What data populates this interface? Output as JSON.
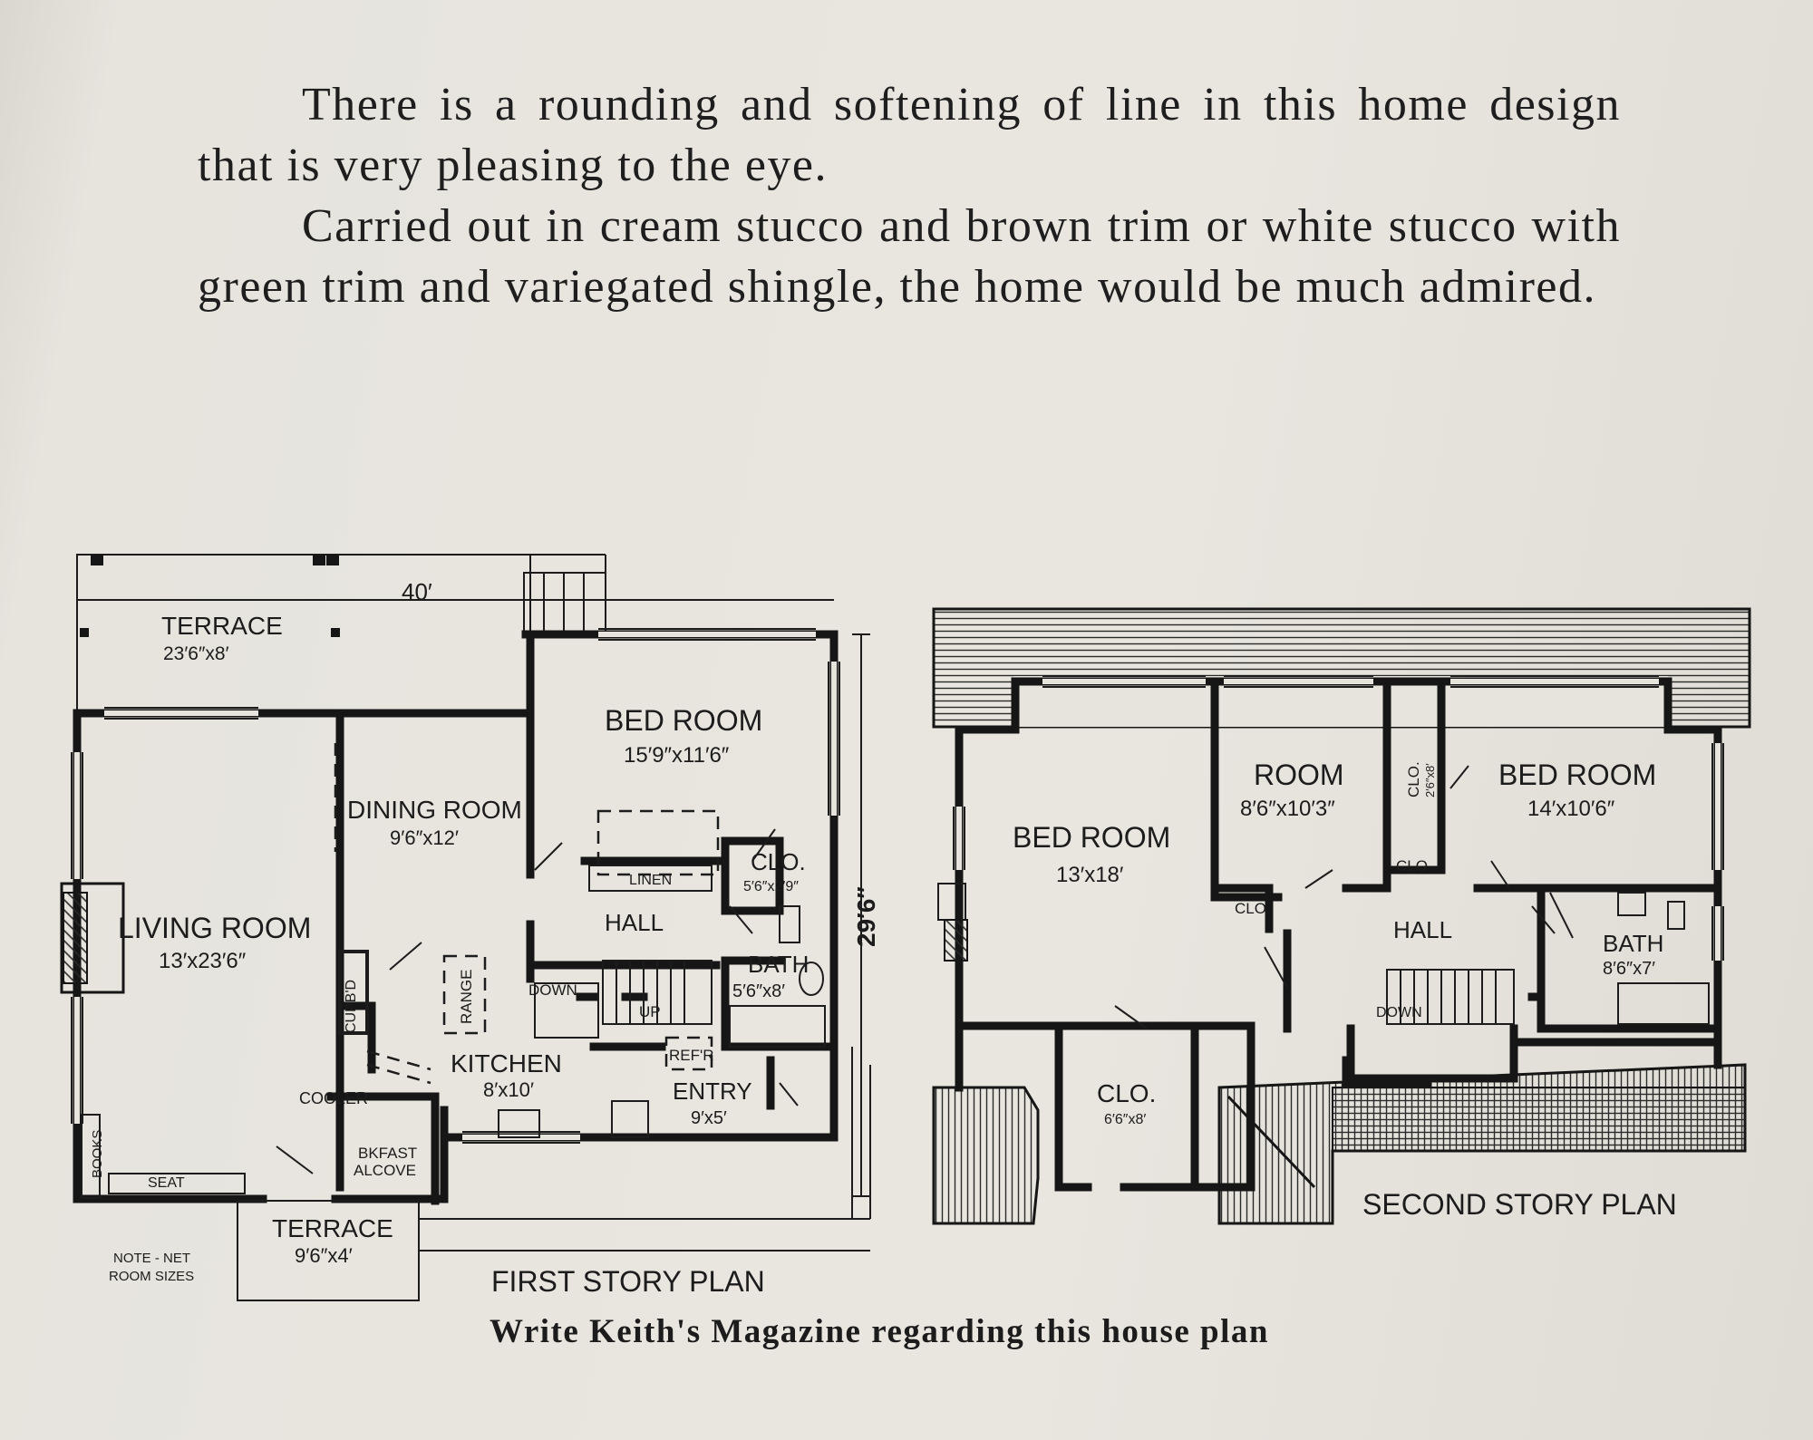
{
  "intro": {
    "paragraph1": "There is a rounding and softening of line in this home design that is very pleasing to the eye.",
    "paragraph2": "Carried out in cream stucco and brown trim or white stucco with green trim and variegated shingle, the home would be much admired."
  },
  "first_story": {
    "title": "FIRST STORY PLAN",
    "width_dim": "40′",
    "depth_dim": "29′6″",
    "note_line1": "NOTE - NET",
    "note_line2": "ROOM SIZES",
    "rooms": {
      "terrace_top_name": "TERRACE",
      "terrace_top_size": "23′6″x8′",
      "living_name": "LIVING ROOM",
      "living_size": "13′x23′6″",
      "dining_name": "DINING ROOM",
      "dining_size": "9′6″x12′",
      "bedroom_name": "BED ROOM",
      "bedroom_size": "15′9″x11′6″",
      "linen": "LINEN",
      "hall": "HALL",
      "clo_name": "CLO.",
      "clo_size": "5′6″x2′9″",
      "bath_name": "BATH",
      "bath_size": "5′6″x8′",
      "range": "RANGE",
      "cupbd": "CUPB'D",
      "down": "DOWN",
      "up": "UP",
      "kitchen_name": "KITCHEN",
      "kitchen_size": "8′x10′",
      "refr": "REF'R",
      "entry_name": "ENTRY",
      "entry_size": "9′x5′",
      "cooler": "COOLER",
      "bkfast_line1": "BKFAST",
      "bkfast_line2": "ALCOVE",
      "books": "BOOKS",
      "seat": "SEAT",
      "terrace_bottom_name": "TERRACE",
      "terrace_bottom_size": "9′6″x4′"
    }
  },
  "second_story": {
    "title": "SECOND STORY PLAN",
    "rooms": {
      "bedroom_left_name": "BED ROOM",
      "bedroom_left_size": "13′x18′",
      "room_name": "ROOM",
      "room_size": "8′6″x10′3″",
      "clo_vertical": "CLO.",
      "clo_vertical_size": "2′6″x8′",
      "bedroom_right_name": "BED ROOM",
      "bedroom_right_size": "14′x10′6″",
      "clo_small_1": "CLO.",
      "clo_small_2": "CLO.",
      "hall": "HALL",
      "bath_name": "BATH",
      "bath_size": "8′6″x7′",
      "down": "DOWN",
      "clo_bottom_name": "CLO.",
      "clo_bottom_size": "6′6″x8′"
    }
  },
  "caption": "Write Keith's Magazine regarding this house plan"
}
